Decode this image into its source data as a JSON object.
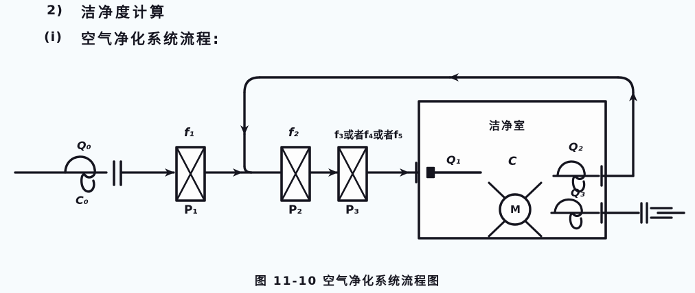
{
  "headings": {
    "item_number": "2)",
    "item_title": "洁净度计算",
    "sub_number": "(i)",
    "sub_title": "空气净化系统流程:"
  },
  "caption": "图 11-10   空气净化系统流程图",
  "diagram": {
    "inlet": {
      "flow_label": "Q₀",
      "concentration_label": "C₀"
    },
    "filters": [
      {
        "filter_label": "f₁",
        "pressure_label": "P₁"
      },
      {
        "filter_label": "f₂",
        "pressure_label": "P₂"
      },
      {
        "filter_label": "f₃或者f₄或者f₅",
        "pressure_label": "P₃"
      }
    ],
    "cleanroom": {
      "title": "洁净室",
      "supply_label": "Q₁",
      "concentration_label": "C",
      "source_label": "M",
      "return_label": "Q₂",
      "exhaust_label": "Q₃"
    }
  },
  "colors": {
    "ink": "#15151f",
    "background": "#f7fbfd"
  }
}
